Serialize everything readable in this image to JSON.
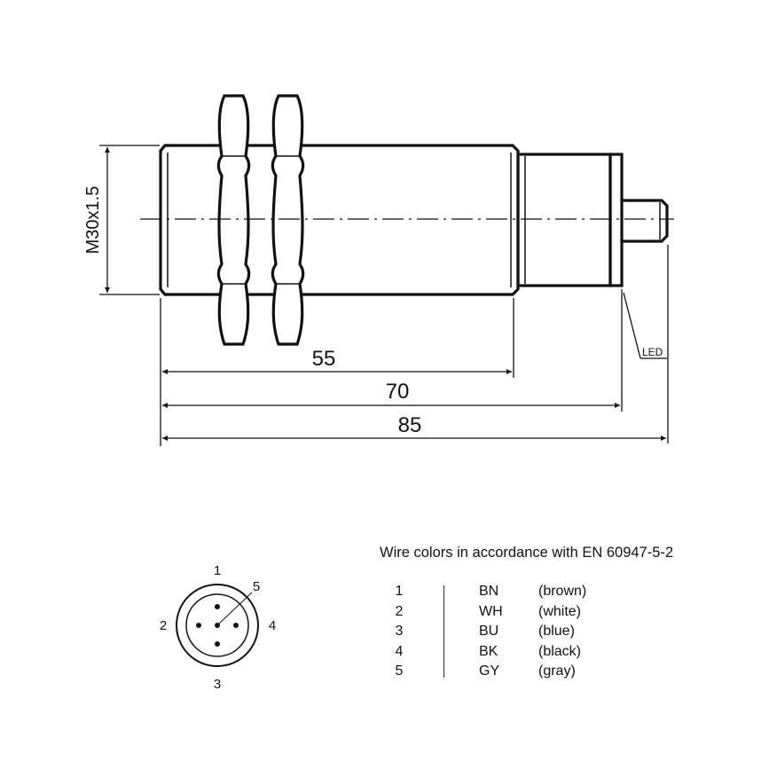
{
  "diagram": {
    "thread_label": "M30x1.5",
    "dimensions": [
      {
        "label": "55"
      },
      {
        "label": "70"
      },
      {
        "label": "85"
      }
    ],
    "led_label": "LED"
  },
  "connector": {
    "pins": [
      {
        "label": "1"
      },
      {
        "label": "2"
      },
      {
        "label": "3"
      },
      {
        "label": "4"
      },
      {
        "label": "5"
      }
    ]
  },
  "wires": {
    "title": "Wire colors in accordance with EN 60947-5-2",
    "rows": [
      {
        "pin": "1",
        "code": "BN",
        "name": "(brown)"
      },
      {
        "pin": "2",
        "code": "WH",
        "name": "(white)"
      },
      {
        "pin": "3",
        "code": "BU",
        "name": "(blue)"
      },
      {
        "pin": "4",
        "code": "BK",
        "name": "(black)"
      },
      {
        "pin": "5",
        "code": "GY",
        "name": "(gray)"
      }
    ]
  }
}
